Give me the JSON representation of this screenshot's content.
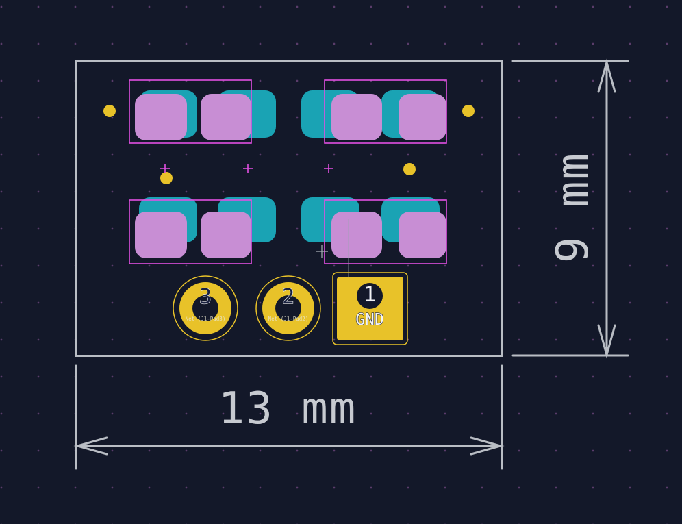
{
  "app": {
    "view": "pcb-layout-canvas"
  },
  "dimensions": {
    "height_label": "9 mm",
    "width_label": "13 mm"
  },
  "pads": {
    "pad3": {
      "number": "3",
      "net": "Net-(J1-Pad3)"
    },
    "pad2": {
      "number": "2",
      "net": "Net-(J1-Pad2)"
    },
    "pad1": {
      "number": "1",
      "name": "GND"
    }
  },
  "colors": {
    "background": "#131829",
    "copper_teal": "#1aa3b4",
    "pad_purple": "#c88ed4",
    "courtyard_magenta": "#e34fe3",
    "pad_gold": "#e8c229",
    "outline_gray": "#b9bdc4"
  }
}
